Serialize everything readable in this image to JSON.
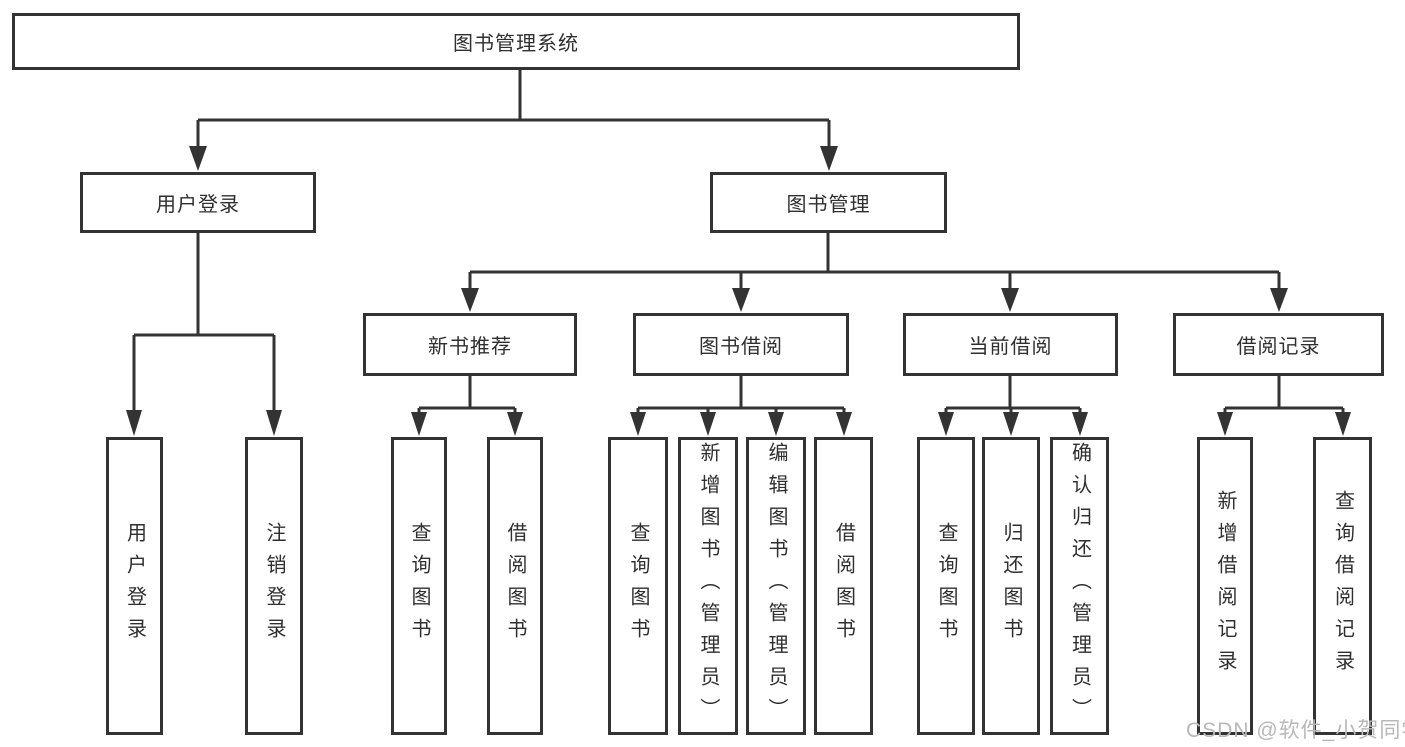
{
  "diagram": {
    "root": "图书管理系统",
    "level2": {
      "user_login": "用户登录",
      "book_management": "图书管理"
    },
    "level3": {
      "new_book_recommend": "新书推荐",
      "book_borrow": "图书借阅",
      "current_borrow": "当前借阅",
      "borrow_records": "借阅记录"
    },
    "leaves": {
      "user_login": [
        "用户登录",
        "注销登录"
      ],
      "new_book_recommend": [
        "查询图书",
        "借阅图书"
      ],
      "book_borrow": [
        "查询图书",
        "新增图书（管理员）",
        "编辑图书（管理员）",
        "借阅图书"
      ],
      "current_borrow": [
        "查询图书",
        "归还图书",
        "确认归还（管理员）"
      ],
      "borrow_records": [
        "新增借阅记录",
        "查询借阅记录"
      ]
    }
  },
  "watermark": "CSDN @软件_小贺同学",
  "colors": {
    "line": "#333333",
    "text": "#2f2f2f",
    "background": "#ffffff",
    "watermark": "#b8b8b8"
  }
}
